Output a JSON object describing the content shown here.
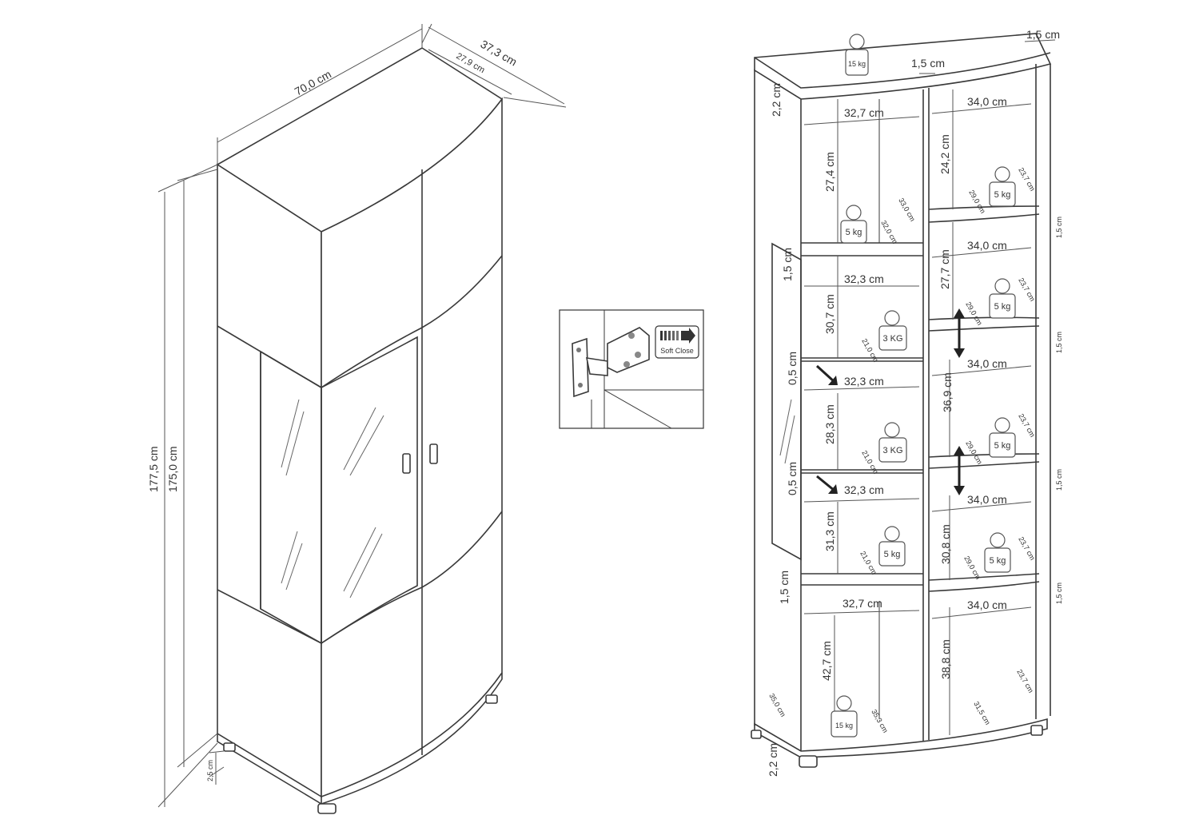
{
  "left_cabinet": {
    "width": "70,0 cm",
    "depth_outer": "37,3 cm",
    "depth_inner": "27,9 cm",
    "height_total": "177,5 cm",
    "height_body": "175,0 cm",
    "feet_height": "2,5 cm"
  },
  "hinge_detail": {
    "badge": "Soft Close"
  },
  "right_shelves": {
    "top_thickness": "1,5 cm",
    "divider_thickness": "1,5 cm",
    "top_panel_thickness": "2,2 cm",
    "bottom_panel_thickness": "2,2 cm",
    "left_column": {
      "widths": [
        "32,7 cm",
        "32,3 cm",
        "32,3 cm",
        "32,3 cm",
        "32,7 cm"
      ],
      "heights": [
        "27,4 cm",
        "30,7 cm",
        "28,3 cm",
        "31,3 cm",
        "42,7 cm"
      ],
      "shelf_thickness": [
        "1,5 cm",
        "0,5 cm",
        "0,5 cm",
        "1,5 cm"
      ],
      "depths": [
        "33,0 cm",
        "32,0 cm",
        "35,0 cm",
        "35,3 cm"
      ],
      "glass_depth": "21,0 cm"
    },
    "right_column": {
      "widths": [
        "34,0 cm",
        "34,0 cm",
        "34,0 cm",
        "34,0 cm",
        "34,0 cm"
      ],
      "heights": [
        "24,2 cm",
        "27,7 cm",
        "36,9 cm",
        "30,8 cm",
        "38,8 cm"
      ],
      "shelf_thickness": [
        "1,5 cm",
        "1,5 cm",
        "1,5 cm",
        "1,5 cm"
      ],
      "depths_outer": [
        "23,7 cm",
        "23,7 cm",
        "23,7 cm",
        "23,7 cm",
        "23,7 cm"
      ],
      "depths_inner": [
        "29,0 cm",
        "29,0 cm",
        "29,0 cm",
        "29,0 cm"
      ],
      "bottom_depth": "31,5 cm"
    },
    "loads": {
      "top": "15 kg",
      "bottom": "15 kg",
      "shelf": "5 kg",
      "glass": "3 KG",
      "shelf_lower_left": "5 kg"
    }
  }
}
